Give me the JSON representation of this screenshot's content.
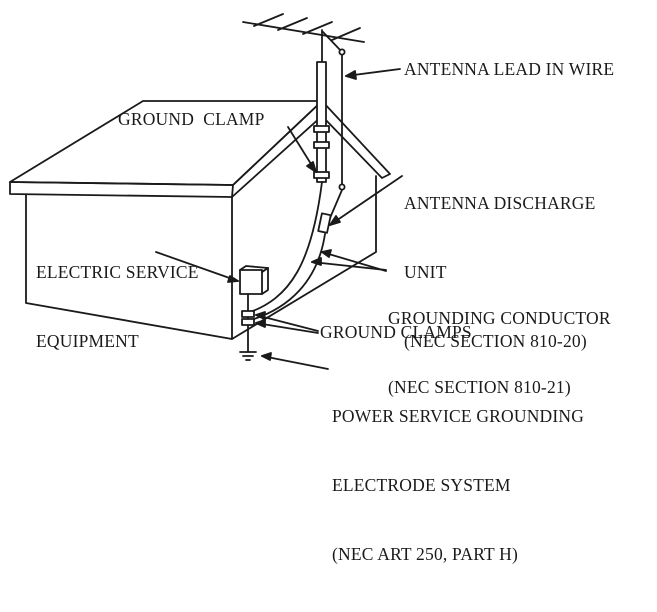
{
  "labels": {
    "antenna_lead_in_wire": "ANTENNA LEAD IN WIRE",
    "ground_clamp": "GROUND  CLAMP",
    "antenna_discharge_unit": [
      "ANTENNA DISCHARGE",
      "UNIT",
      "(NEC SECTION 810-20)"
    ],
    "electric_service_equipment": [
      "ELECTRIC SERVICE",
      "EQUIPMENT"
    ],
    "grounding_conductor": [
      "GROUNDING CONDUCTOR",
      "(NEC SECTION 810-21)"
    ],
    "ground_clamps": "GROUND CLAMPS",
    "power_service_grounding": [
      "POWER SERVICE GROUNDING",
      "ELECTRODE SYSTEM",
      "(NEC ART 250, PART H)"
    ]
  },
  "colors": {
    "ink": "#1a1a1a",
    "background": "#ffffff"
  }
}
